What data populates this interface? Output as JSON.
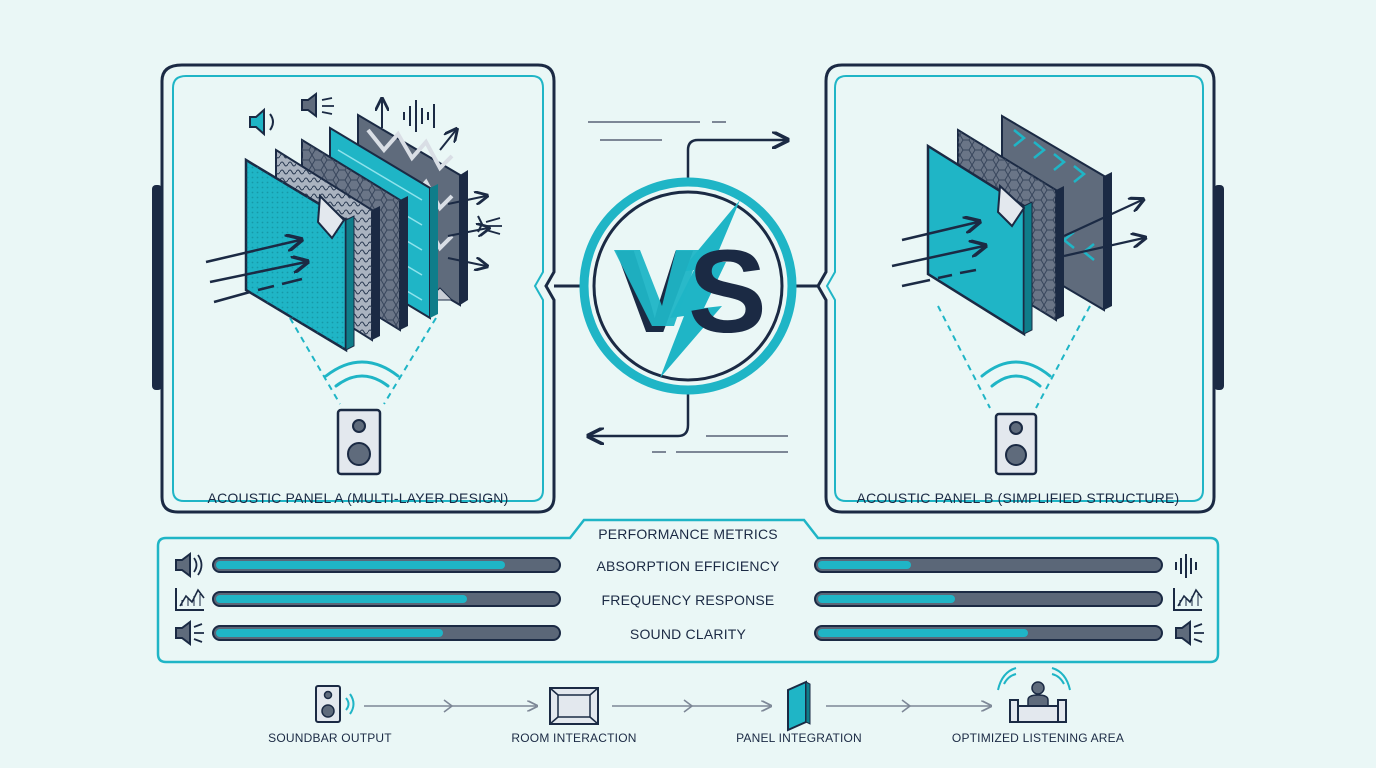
{
  "panels": {
    "a": {
      "title": "ACOUSTIC PANEL A (MULTI-LAYER DESIGN)"
    },
    "b": {
      "title": "ACOUSTIC PANEL B (SIMPLIFIED STRUCTURE)"
    }
  },
  "vs": {
    "text": "VS"
  },
  "metrics": {
    "title": "PERFORMANCE METRICS",
    "rows": [
      {
        "label": "ABSORPTION EFFICIENCY",
        "icon_left": "speaker-volume-icon",
        "icon_right": "sound-wave-icon",
        "a_fraction": 0.85,
        "b_fraction": 0.28
      },
      {
        "label": "FREQUENCY RESPONSE",
        "icon_left": "frequency-graph-icon",
        "icon_right": "frequency-graph-icon",
        "a_fraction": 0.74,
        "b_fraction": 0.41
      },
      {
        "label": "SOUND CLARITY",
        "icon_left": "speaker-clarity-icon",
        "icon_right": "speaker-clarity-icon",
        "a_fraction": 0.67,
        "b_fraction": 0.62
      }
    ]
  },
  "flow": {
    "steps": [
      {
        "label": "SOUNDBAR OUTPUT",
        "icon": "speaker-icon"
      },
      {
        "label": "ROOM INTERACTION",
        "icon": "room-icon"
      },
      {
        "label": "PANEL INTEGRATION",
        "icon": "panel-icon"
      },
      {
        "label": "OPTIMIZED LISTENING AREA",
        "icon": "listener-sofa-icon"
      }
    ]
  },
  "colors": {
    "accent": "#1fb5c6",
    "navy": "#1b2a44",
    "gray": "#5b6778",
    "background": "#eaf7f6"
  }
}
